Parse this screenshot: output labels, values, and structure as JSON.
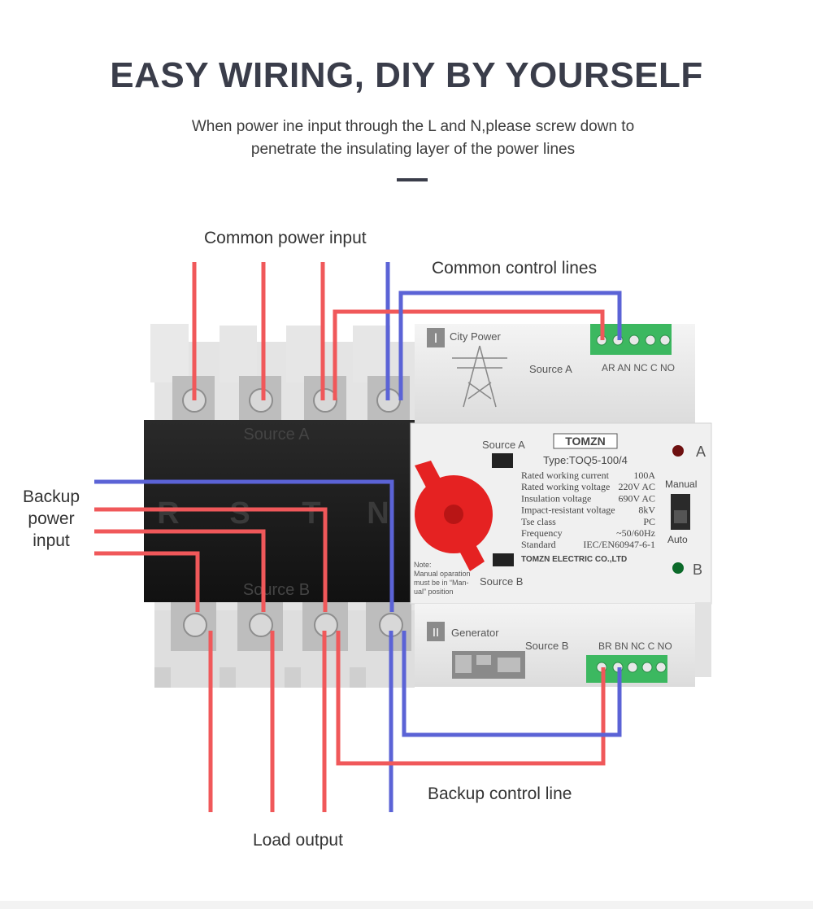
{
  "header": {
    "title": "EASY WIRING, DIY BY YOURSELF",
    "subtitle_line1": "When power ine input through the L and N,please screw down to",
    "subtitle_line2": "penetrate the insulating layer of the power lines"
  },
  "labels": {
    "common_power_input": "Common power input",
    "common_control_lines": "Common control lines",
    "backup_power_input_1": "Backup",
    "backup_power_input_2": "power",
    "backup_power_input_3": "input",
    "backup_control_line": "Backup control line",
    "load_output": "Load output"
  },
  "device": {
    "source_a_band": "Source A",
    "source_b_band": "Source B",
    "phase_letters": [
      "R",
      "S",
      "T",
      "N"
    ],
    "top_module_roman": "I",
    "top_module_label": "City Power",
    "top_module_source": "Source A",
    "top_terminal_labels": "AR AN NC C NO",
    "bottom_module_roman": "II",
    "bottom_module_label": "Generator",
    "bottom_module_source": "Source B",
    "bottom_terminal_labels": "BR BN NC C NO",
    "window_a_label": "Source A",
    "window_b_label": "Source B",
    "brand": "TOMZN",
    "type": "Type:TOQ5-100/4",
    "specs": [
      {
        "name": "Rated working current",
        "value": "100A"
      },
      {
        "name": "Rated working voltage",
        "value": "220V AC"
      },
      {
        "name": "Insulation voltage",
        "value": "690V AC"
      },
      {
        "name": "Impact-resistant voltage",
        "value": "8kV"
      },
      {
        "name": "Tse class",
        "value": "PC"
      },
      {
        "name": "Frequency",
        "value": "~50/60Hz"
      },
      {
        "name": "Standard",
        "value": "IEC/EN60947-6-1"
      }
    ],
    "maker": "TOMZN ELECTRIC CO.,LTD",
    "note_1": "Note:",
    "note_2": "Manual oparation",
    "note_3": "must be in “Man-",
    "note_4": "ual” position",
    "indicator_a": "A",
    "indicator_b": "B",
    "mode_manual": "Manual",
    "mode_auto": "Auto"
  },
  "colors": {
    "red_wire": "#f0585a",
    "blue_wire": "#5b63d6",
    "terminal_green": "#3cb860",
    "knob_red": "#e52222",
    "front_panel": "#1c1c1c"
  }
}
